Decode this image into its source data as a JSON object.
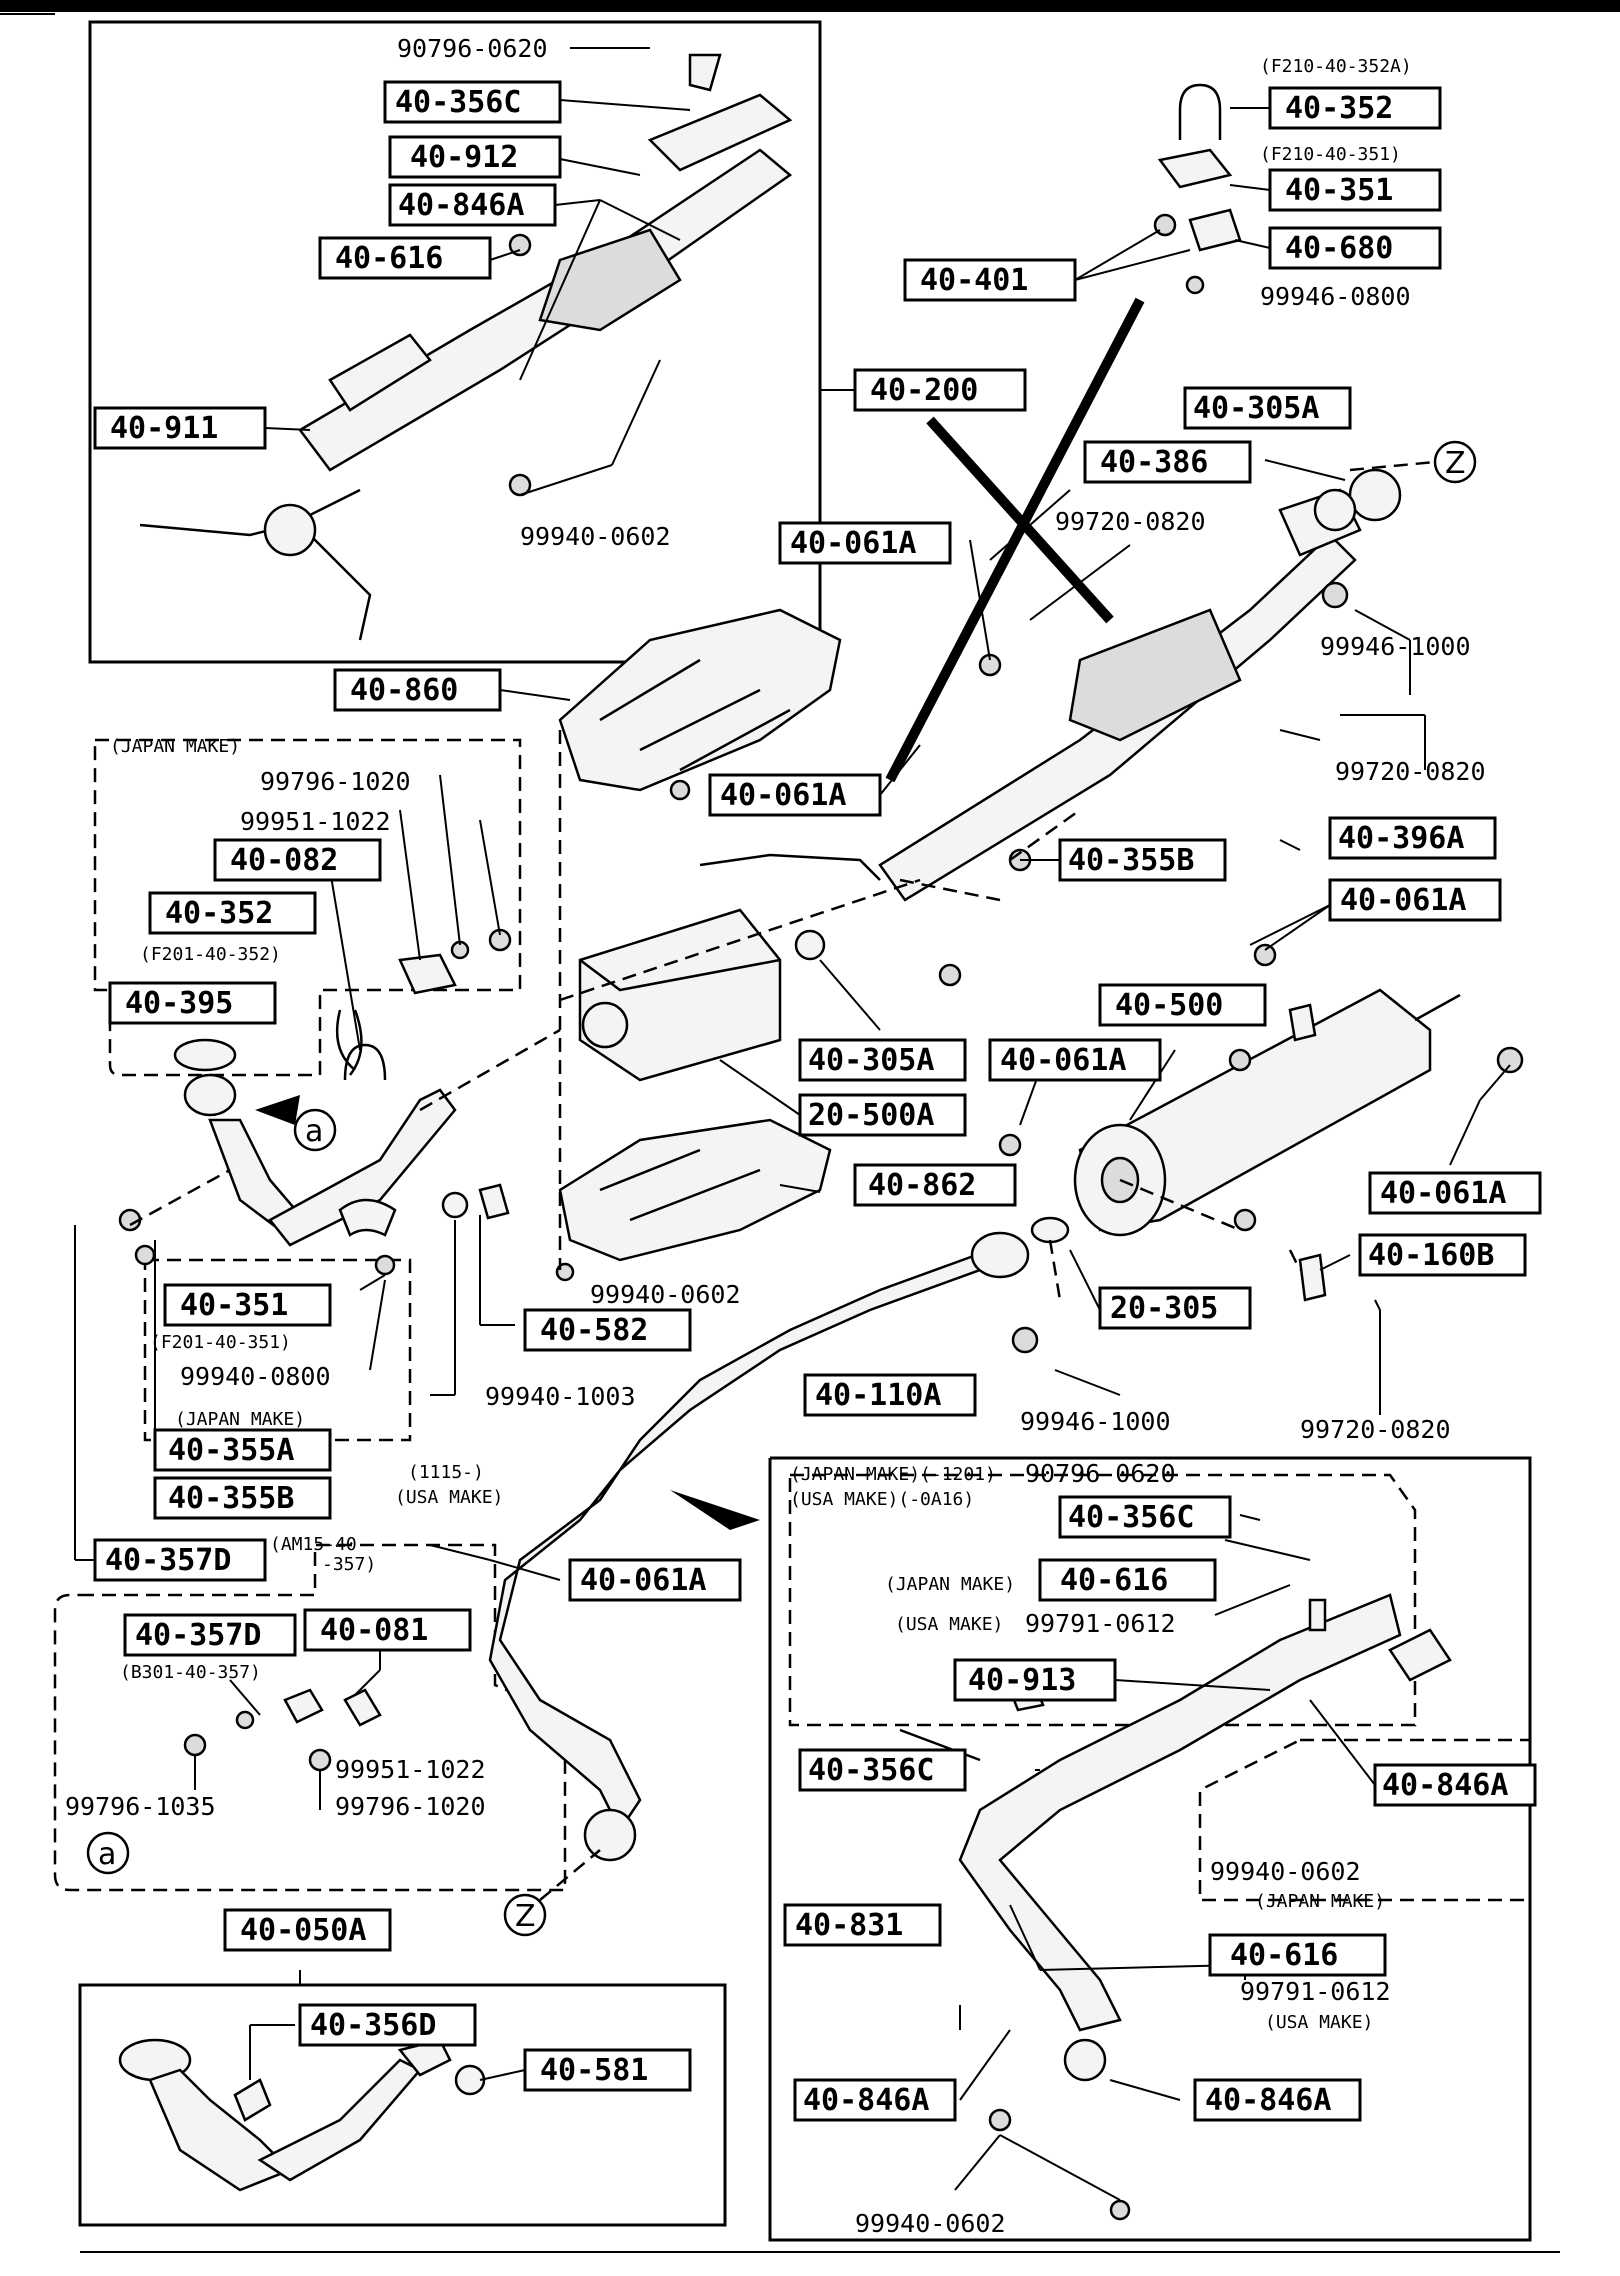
{
  "parts": {
    "p_90796_0620_top": "90796-0620",
    "p_40_356C_top": "40-356C",
    "p_40_912": "40-912",
    "p_40_846A_top": "40-846A",
    "p_40_616_top": "40-616",
    "p_40_911": "40-911",
    "p_99940_0602_top": "99940-0602",
    "p_40_200": "40-200",
    "p_F210_40_352A": "(F210-40-352A)",
    "p_40_352_right": "40-352",
    "p_F210_40_351": "(F210-40-351)",
    "p_40_351_right": "40-351",
    "p_40_680": "40-680",
    "p_40_401": "40-401",
    "p_99946_0800": "99946-0800",
    "p_40_305A_top": "40-305A",
    "p_40_386": "40-386",
    "p_99720_0820_a": "99720-0820",
    "p_40_061A_a": "40-061A",
    "p_99946_1000_a": "99946-1000",
    "p_99720_0820_b": "99720-0820",
    "p_40_860": "40-860",
    "p_40_061A_b": "40-061A",
    "p_40_396A": "40-396A",
    "p_40_355B_mid": "40-355B",
    "p_40_061A_c": "40-061A",
    "p_japan_make_a": "(JAPAN MAKE)",
    "p_99796_1020_a": "99796-1020",
    "p_99951_1022_a": "99951-1022",
    "p_40_082": "40-082",
    "p_40_352_left": "40-352",
    "p_F201_40_352": "(F201-40-352)",
    "p_40_395": "40-395",
    "p_40_305A_mid": "40-305A",
    "p_40_500": "40-500",
    "p_40_061A_d": "40-061A",
    "p_20_500A": "20-500A",
    "p_40_862": "40-862",
    "p_40_061A_e": "40-061A",
    "p_40_160B": "40-160B",
    "p_99940_0602_mid": "99940-0602",
    "p_20_305": "20-305",
    "p_40_351_left": "40-351",
    "p_F201_40_351": "(F201-40-351)",
    "p_99940_0800": "99940-0800",
    "p_japan_make_b": "(JAPAN MAKE)",
    "p_40_582": "40-582",
    "p_99940_1003": "99940-1003",
    "p_99946_1000_b": "99946-1000",
    "p_99720_0820_c": "99720-0820",
    "p_40_110A": "40-110A",
    "p_40_355A": "40-355A",
    "p_40_355B_left": "40-355B",
    "p_1115": "(1115-)",
    "p_usa_make_a": "(USA MAKE)",
    "p_40_357D_left": "40-357D",
    "p_AM15_40": "(AM15-40",
    "p_357": "-357)",
    "p_40_061A_f": "40-061A",
    "p_japan_make_1201": "(JAPAN MAKE)(-1201)",
    "p_90796_0620_b": "90796-0620",
    "p_usa_make_0A16": "(USA MAKE)(-0A16)",
    "p_40_356C_b": "40-356C",
    "p_japan_make_c": "(JAPAN MAKE)",
    "p_40_616_b": "40-616",
    "p_usa_make_b": "(USA MAKE)",
    "p_99791_0612_a": "99791-0612",
    "p_40_913": "40-913",
    "p_40_357D_inset": "40-357D",
    "p_40_081": "40-081",
    "p_B301_40_357": "(B301-40-357)",
    "p_99951_1022_b": "99951-1022",
    "p_99796_1035": "99796-1035",
    "p_99796_1020_b": "99796-1020",
    "p_40_356C_c": "40-356C",
    "p_40_846A_b": "40-846A",
    "p_99940_0602_b": "99940-0602",
    "p_japan_make_d": "(JAPAN MAKE)",
    "p_40_050A": "40-050A",
    "p_40_831": "40-831",
    "p_40_616_c": "40-616",
    "p_99791_0612_b": "99791-0612",
    "p_usa_make_c": "(USA MAKE)",
    "p_40_356D": "40-356D",
    "p_40_581": "40-581",
    "p_40_846A_c": "40-846A",
    "p_40_846A_d": "40-846A",
    "p_99940_0602_c": "99940-0602"
  },
  "refs": {
    "z_top": "Z",
    "z_bottom": "Z",
    "a_arrow": "a",
    "a_inset": "a"
  }
}
